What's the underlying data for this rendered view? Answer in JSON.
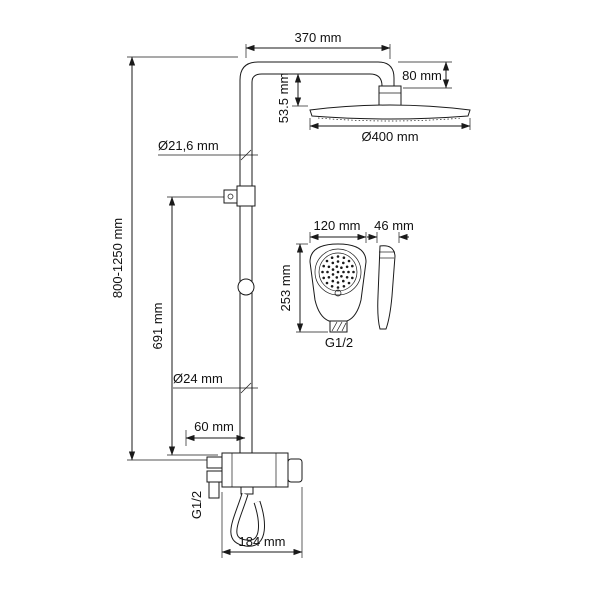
{
  "diagram": {
    "ink": "#1a1a1a",
    "background": "#ffffff",
    "labels": {
      "arm_reach": "370 mm",
      "head_connector_height": "80 mm",
      "head_drop": "53.5 mm",
      "head_diameter": "Ø400 mm",
      "upper_pipe_diameter": "Ø21,6 mm",
      "column_height_range": "800-1250 mm",
      "lower_section_height": "691 mm",
      "handshower_width": "120 mm",
      "handshower_depth": "46 mm",
      "handshower_length": "253 mm",
      "handshower_thread": "G1/2",
      "lower_pipe_diameter": "Ø24 mm",
      "bracket_offset": "60 mm",
      "inlet_thread": "G1/2",
      "mixer_width": "184 mm"
    }
  }
}
